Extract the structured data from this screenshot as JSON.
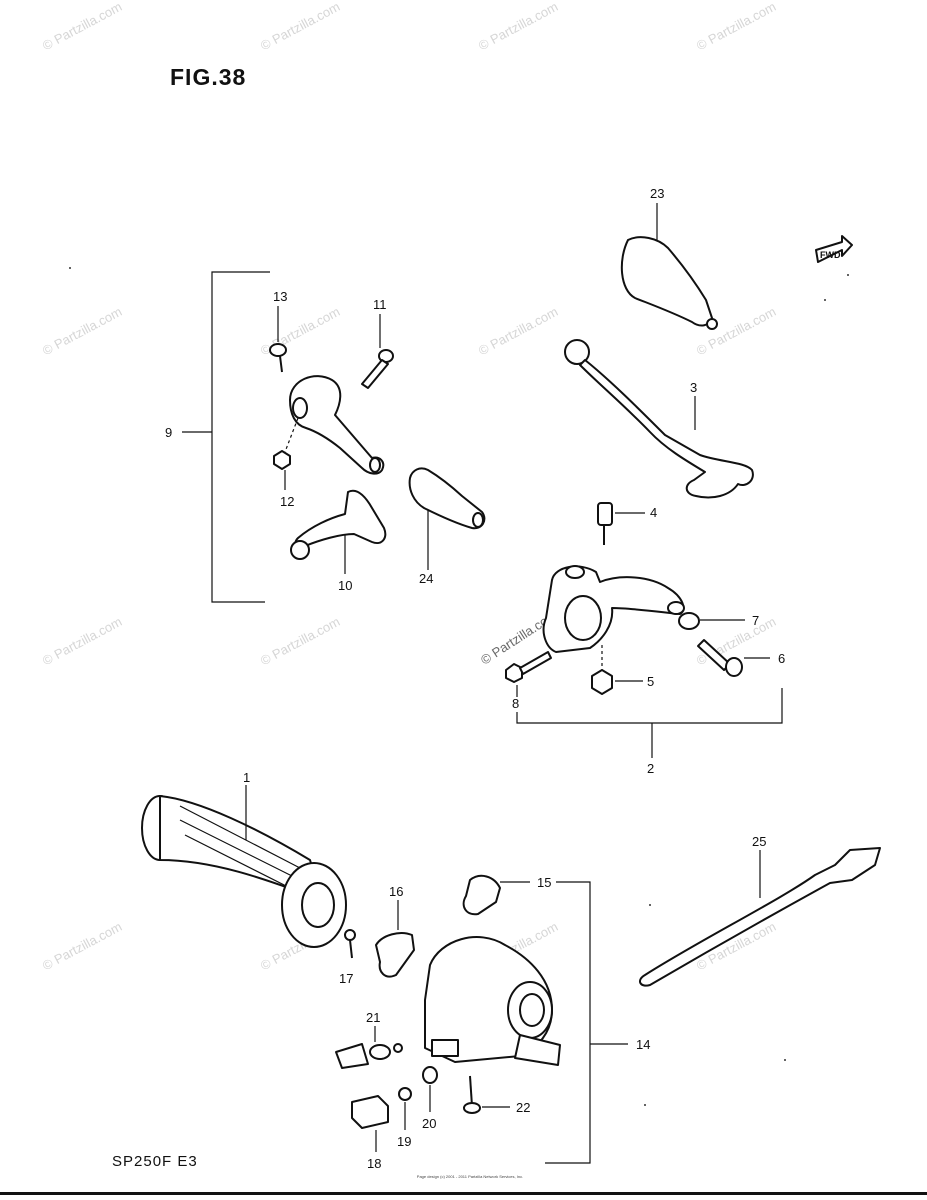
{
  "figure_title": "FIG.38",
  "model": "SP250F  E3",
  "footer_copyright": "Page design (c) 2001 - 2011 Partzilla Network Services, Inc.",
  "watermark": "© Partzilla.com",
  "fwd_badge": "FWD",
  "callouts": {
    "c1": "1",
    "c2": "2",
    "c3": "3",
    "c4": "4",
    "c5": "5",
    "c6": "6",
    "c7": "7",
    "c8": "8",
    "c9": "9",
    "c10": "10",
    "c11": "11",
    "c12": "12",
    "c13": "13",
    "c14": "14",
    "c15": "15",
    "c16": "16",
    "c17": "17",
    "c18": "18",
    "c19": "19",
    "c20": "20",
    "c21": "21",
    "c22": "22",
    "c23": "23",
    "c24": "24",
    "c25": "25"
  }
}
